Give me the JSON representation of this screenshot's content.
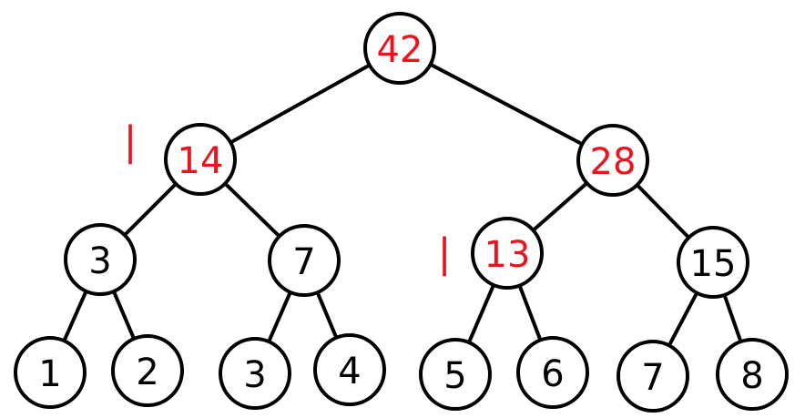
{
  "colors": {
    "highlight": "#e8141e",
    "normal": "#000000",
    "line": "#000000"
  },
  "nodes": [
    {
      "id": "n42",
      "label": "42",
      "color": "#e8141e"
    },
    {
      "id": "n14",
      "label": "14",
      "color": "#e8141e"
    },
    {
      "id": "n28",
      "label": "28",
      "color": "#e8141e"
    },
    {
      "id": "n3a",
      "label": "3",
      "color": "#000000"
    },
    {
      "id": "n7a",
      "label": "7",
      "color": "#000000"
    },
    {
      "id": "n13",
      "label": "13",
      "color": "#e8141e"
    },
    {
      "id": "n15",
      "label": "15",
      "color": "#000000"
    },
    {
      "id": "n1",
      "label": "1",
      "color": "#000000"
    },
    {
      "id": "n2",
      "label": "2",
      "color": "#000000"
    },
    {
      "id": "n3b",
      "label": "3",
      "color": "#000000"
    },
    {
      "id": "n4",
      "label": "4",
      "color": "#000000"
    },
    {
      "id": "n5",
      "label": "5",
      "color": "#000000"
    },
    {
      "id": "n6",
      "label": "6",
      "color": "#000000"
    },
    {
      "id": "n7b",
      "label": "7",
      "color": "#000000"
    },
    {
      "id": "n8",
      "label": "8",
      "color": "#000000"
    }
  ],
  "edges": [
    [
      "n42",
      "n14"
    ],
    [
      "n42",
      "n28"
    ],
    [
      "n14",
      "n3a"
    ],
    [
      "n14",
      "n7a"
    ],
    [
      "n28",
      "n13"
    ],
    [
      "n28",
      "n15"
    ],
    [
      "n3a",
      "n1"
    ],
    [
      "n3a",
      "n2"
    ],
    [
      "n7a",
      "n3b"
    ],
    [
      "n7a",
      "n4"
    ],
    [
      "n13",
      "n5"
    ],
    [
      "n13",
      "n6"
    ],
    [
      "n15",
      "n7b"
    ],
    [
      "n15",
      "n8"
    ]
  ],
  "marks": [
    {
      "id": "mark-14",
      "label": "|",
      "color": "#e8141e"
    },
    {
      "id": "mark-13",
      "label": "|",
      "color": "#e8141e"
    }
  ]
}
